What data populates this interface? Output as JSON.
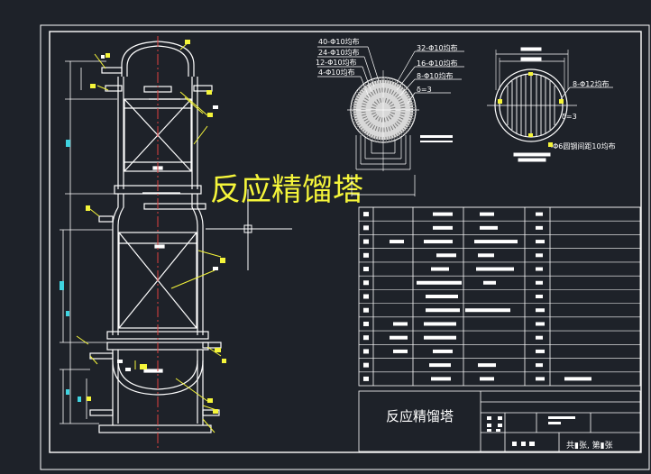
{
  "drawing": {
    "overlay_title": "反应精馏塔",
    "title_block_name": "反应精馏塔",
    "sheet_info": "共▮张, 第▮张"
  },
  "upper_section_notes": [
    "40-Φ10均布",
    "24-Φ10均布",
    "12-Φ10均布",
    "4-Φ10均布"
  ],
  "right_section_notes": [
    "32-Φ10均布",
    "16-Φ10均布",
    "8-Φ10均布",
    "δ=3"
  ],
  "right_view_notes": [
    "8-Φ12均布",
    "δ=3",
    "Φ6圆钢间距10均布"
  ],
  "colors": {
    "background": "#1e2229",
    "lines": "#ffffff",
    "leader": "#f5f53a",
    "centerline": "#e04040",
    "dimension": "#3fd3e0"
  }
}
